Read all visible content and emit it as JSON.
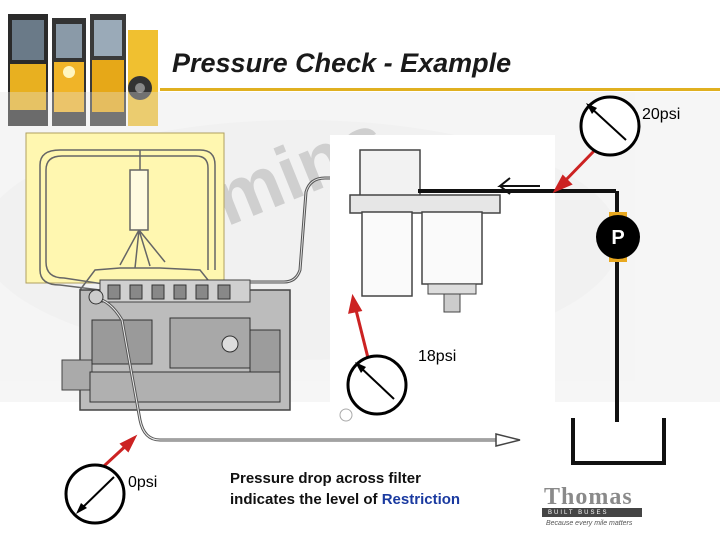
{
  "slide": {
    "title": "Pressure Check - Example",
    "watermark": "Cummins"
  },
  "gauges": [
    {
      "id": "top",
      "label": "20psi"
    },
    {
      "id": "middle",
      "label": "18psi"
    },
    {
      "id": "bottom",
      "label": "0psi"
    }
  ],
  "pump": {
    "label": "P"
  },
  "note": {
    "line1": "Pressure drop across filter",
    "line2_prefix": "indicates the level of ",
    "line2_highlight": "Restriction"
  },
  "logo": {
    "name": "Thomas",
    "sub": "BUILT BUSES",
    "tagline": "Because every mile matters"
  },
  "colors": {
    "title_underline": "#e0b020",
    "highlight_box": "#fff7b0",
    "pipe": "#111111",
    "arrow": "#cc2222",
    "restriction_text": "#1a3aa0"
  }
}
